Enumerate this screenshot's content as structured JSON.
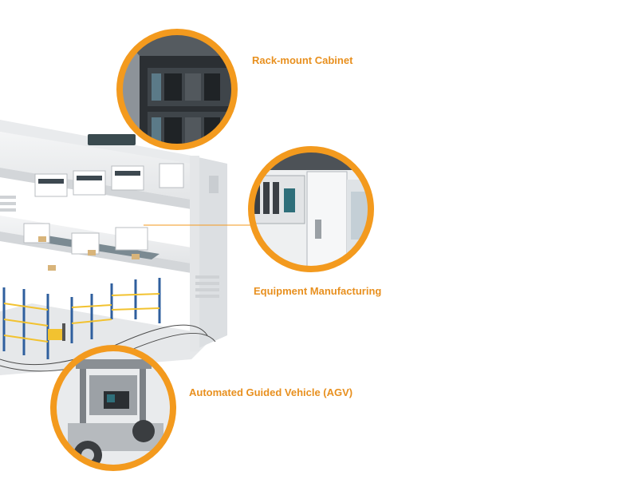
{
  "colors": {
    "accent": "#F39A1E",
    "label": "#E8901F",
    "building": "#F1F2F3",
    "shelf_blue": "#2F5F9E",
    "shelf_yellow": "#F2C230"
  },
  "callouts": [
    {
      "id": "rack",
      "label": "Rack-mount Cabinet"
    },
    {
      "id": "equipment",
      "label": "Equipment Manufacturing"
    },
    {
      "id": "agv",
      "label": "Automated Guided Vehicle (AGV)"
    }
  ]
}
